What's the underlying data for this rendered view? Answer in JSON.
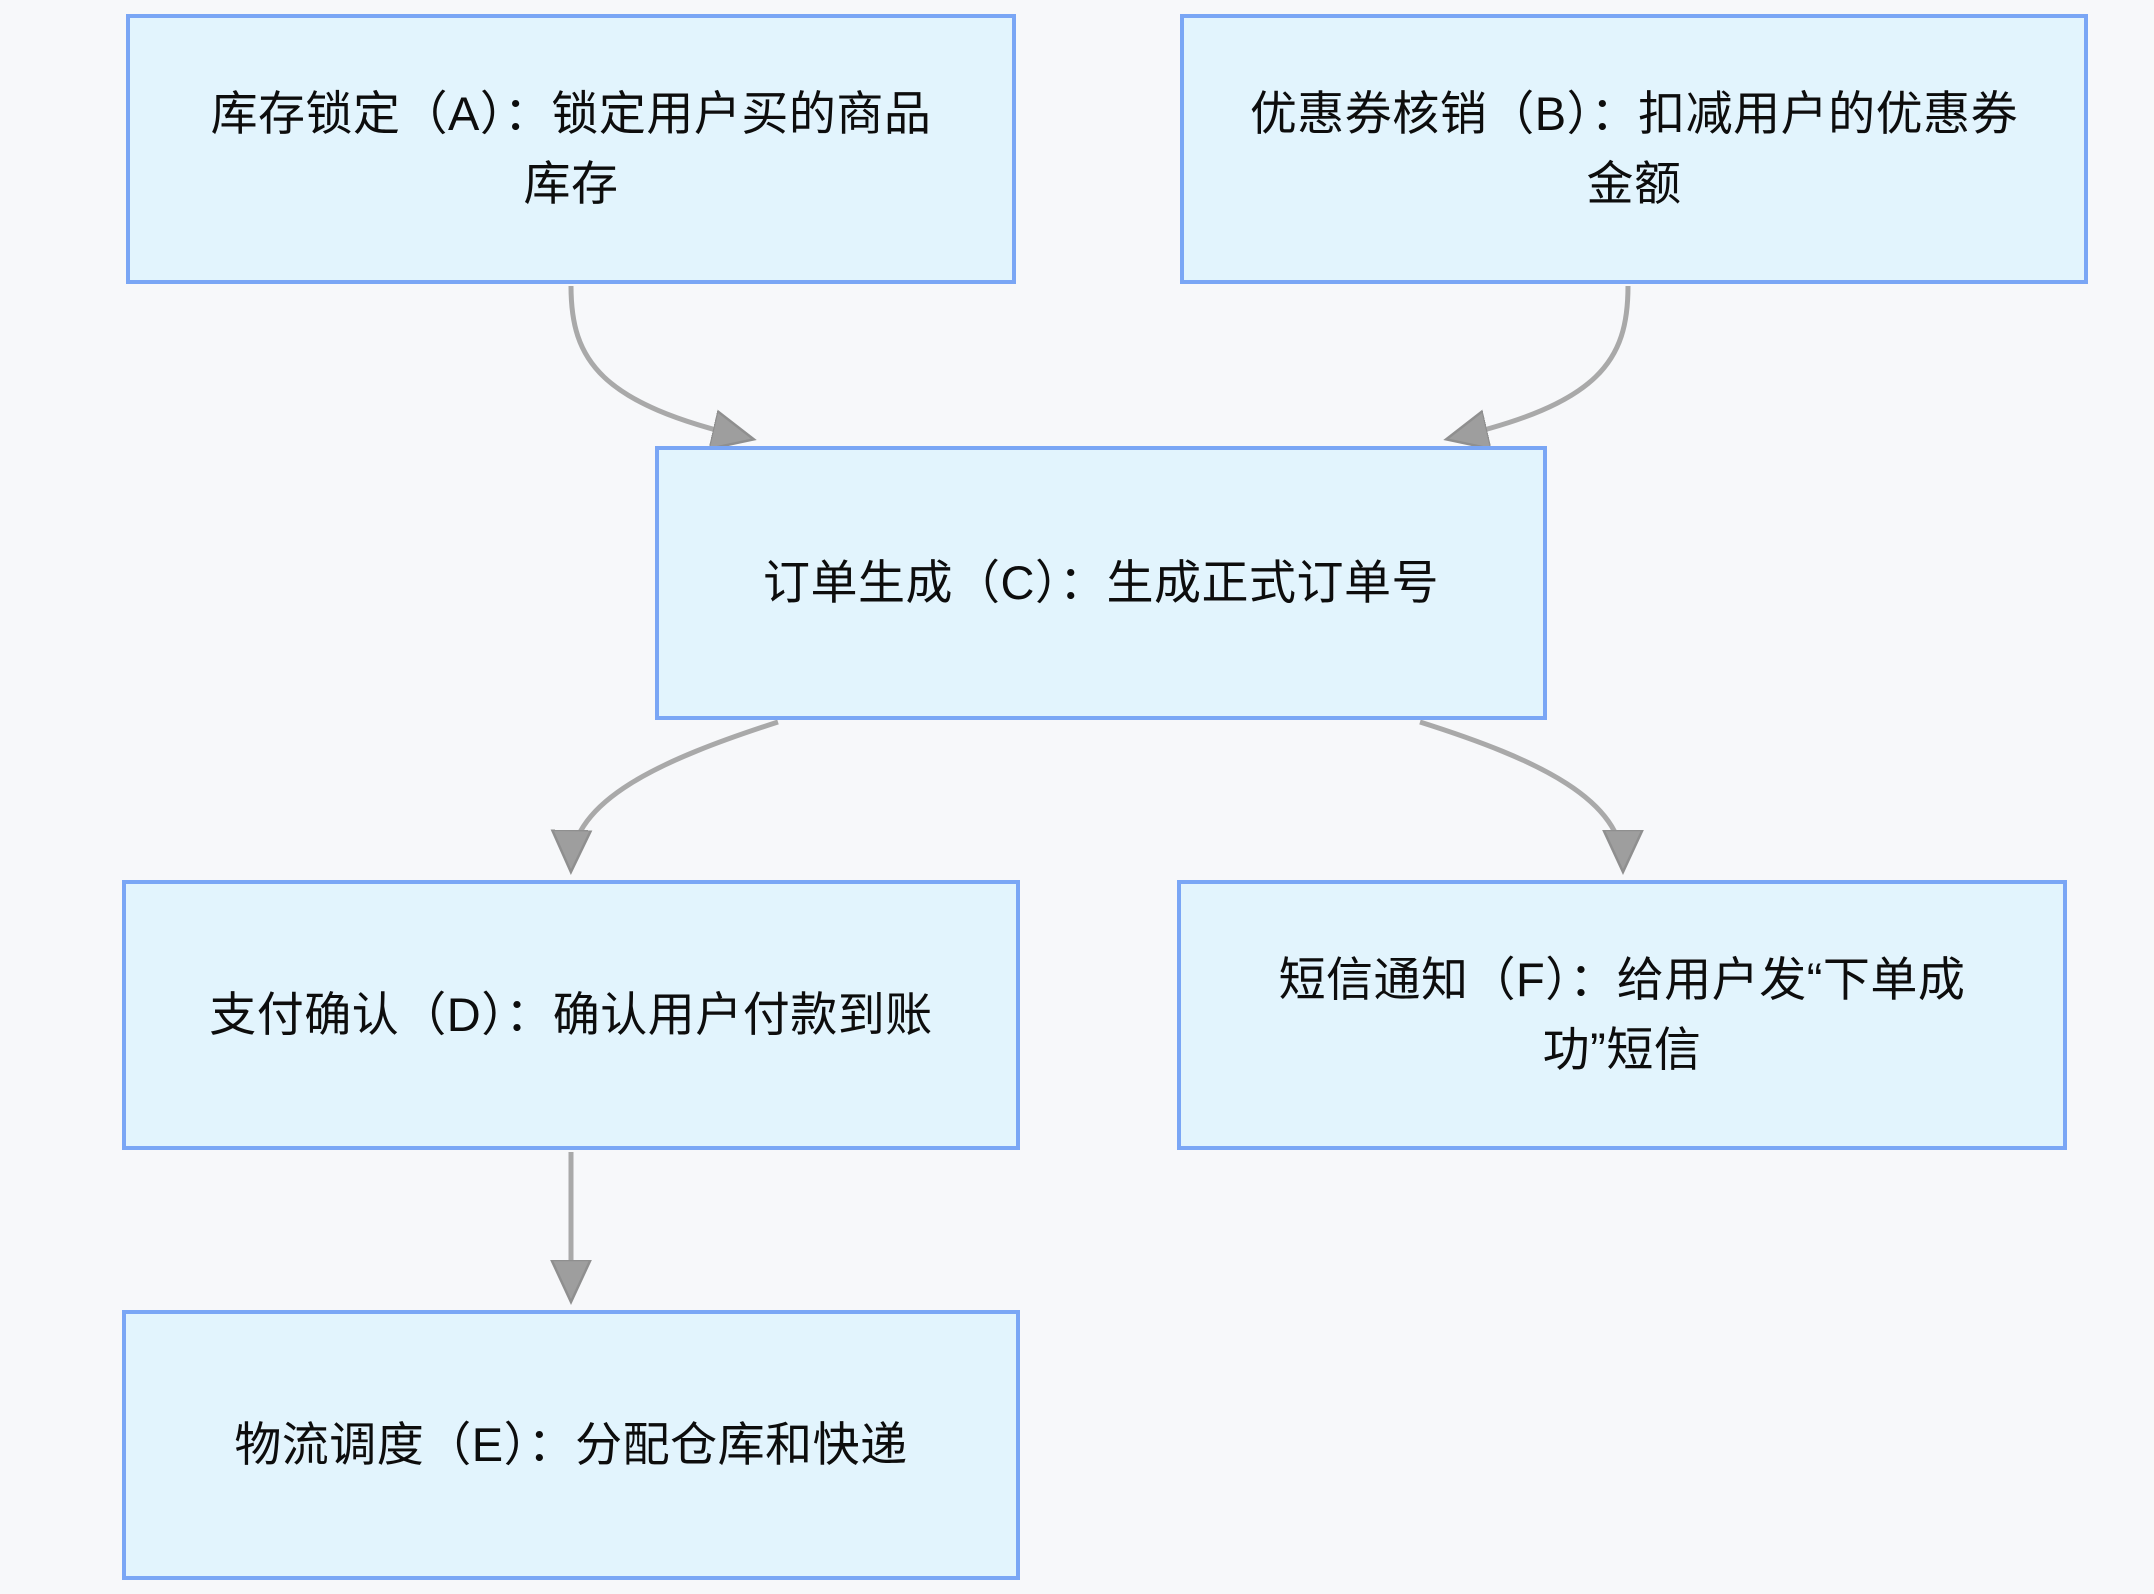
{
  "diagram": {
    "type": "flowchart",
    "direction": "top-to-bottom",
    "background_color": "#f7f8fa",
    "node_fill_color": "#e2f4fd",
    "node_border_color": "#7aa6f5",
    "edge_color": "#a9a9a9",
    "text_color": "#0d0d0d"
  },
  "nodes": {
    "a": {
      "id": "A",
      "label": "库存锁定（A）：锁定用户买的商品库存"
    },
    "b": {
      "id": "B",
      "label": "优惠券核销（B）：扣减用户的优惠券金额"
    },
    "c": {
      "id": "C",
      "label": "订单生成（C）：生成正式订单号"
    },
    "d": {
      "id": "D",
      "label": "支付确认（D）：确认用户付款到账"
    },
    "e": {
      "id": "E",
      "label": "物流调度（E）：分配仓库和快递"
    },
    "f": {
      "id": "F",
      "label": "短信通知（F）：给用户发“下单成功”短信"
    }
  },
  "edges": [
    {
      "from": "A",
      "to": "C",
      "style": "curved",
      "arrow": "triangle"
    },
    {
      "from": "B",
      "to": "C",
      "style": "curved",
      "arrow": "triangle"
    },
    {
      "from": "C",
      "to": "D",
      "style": "curved",
      "arrow": "triangle"
    },
    {
      "from": "C",
      "to": "F",
      "style": "curved",
      "arrow": "triangle"
    },
    {
      "from": "D",
      "to": "E",
      "style": "straight",
      "arrow": "triangle"
    }
  ]
}
